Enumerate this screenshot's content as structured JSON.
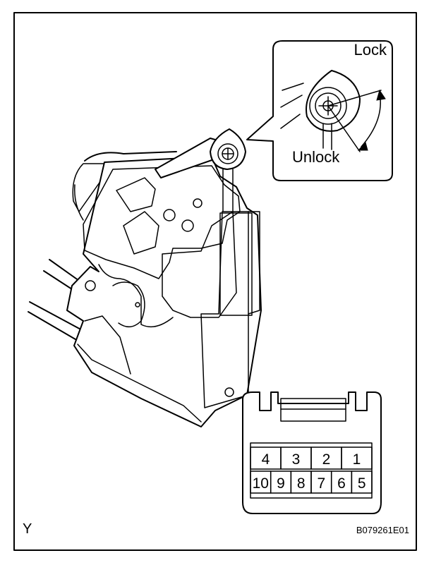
{
  "callout": {
    "lock_label": "Lock",
    "unlock_label": "Unlock"
  },
  "connector": {
    "top_row": [
      "4",
      "3",
      "2",
      "1"
    ],
    "bottom_row": [
      "10",
      "9",
      "8",
      "7",
      "6",
      "5"
    ]
  },
  "footer": {
    "corner_letter": "Y",
    "figure_code": "B079261E01"
  }
}
